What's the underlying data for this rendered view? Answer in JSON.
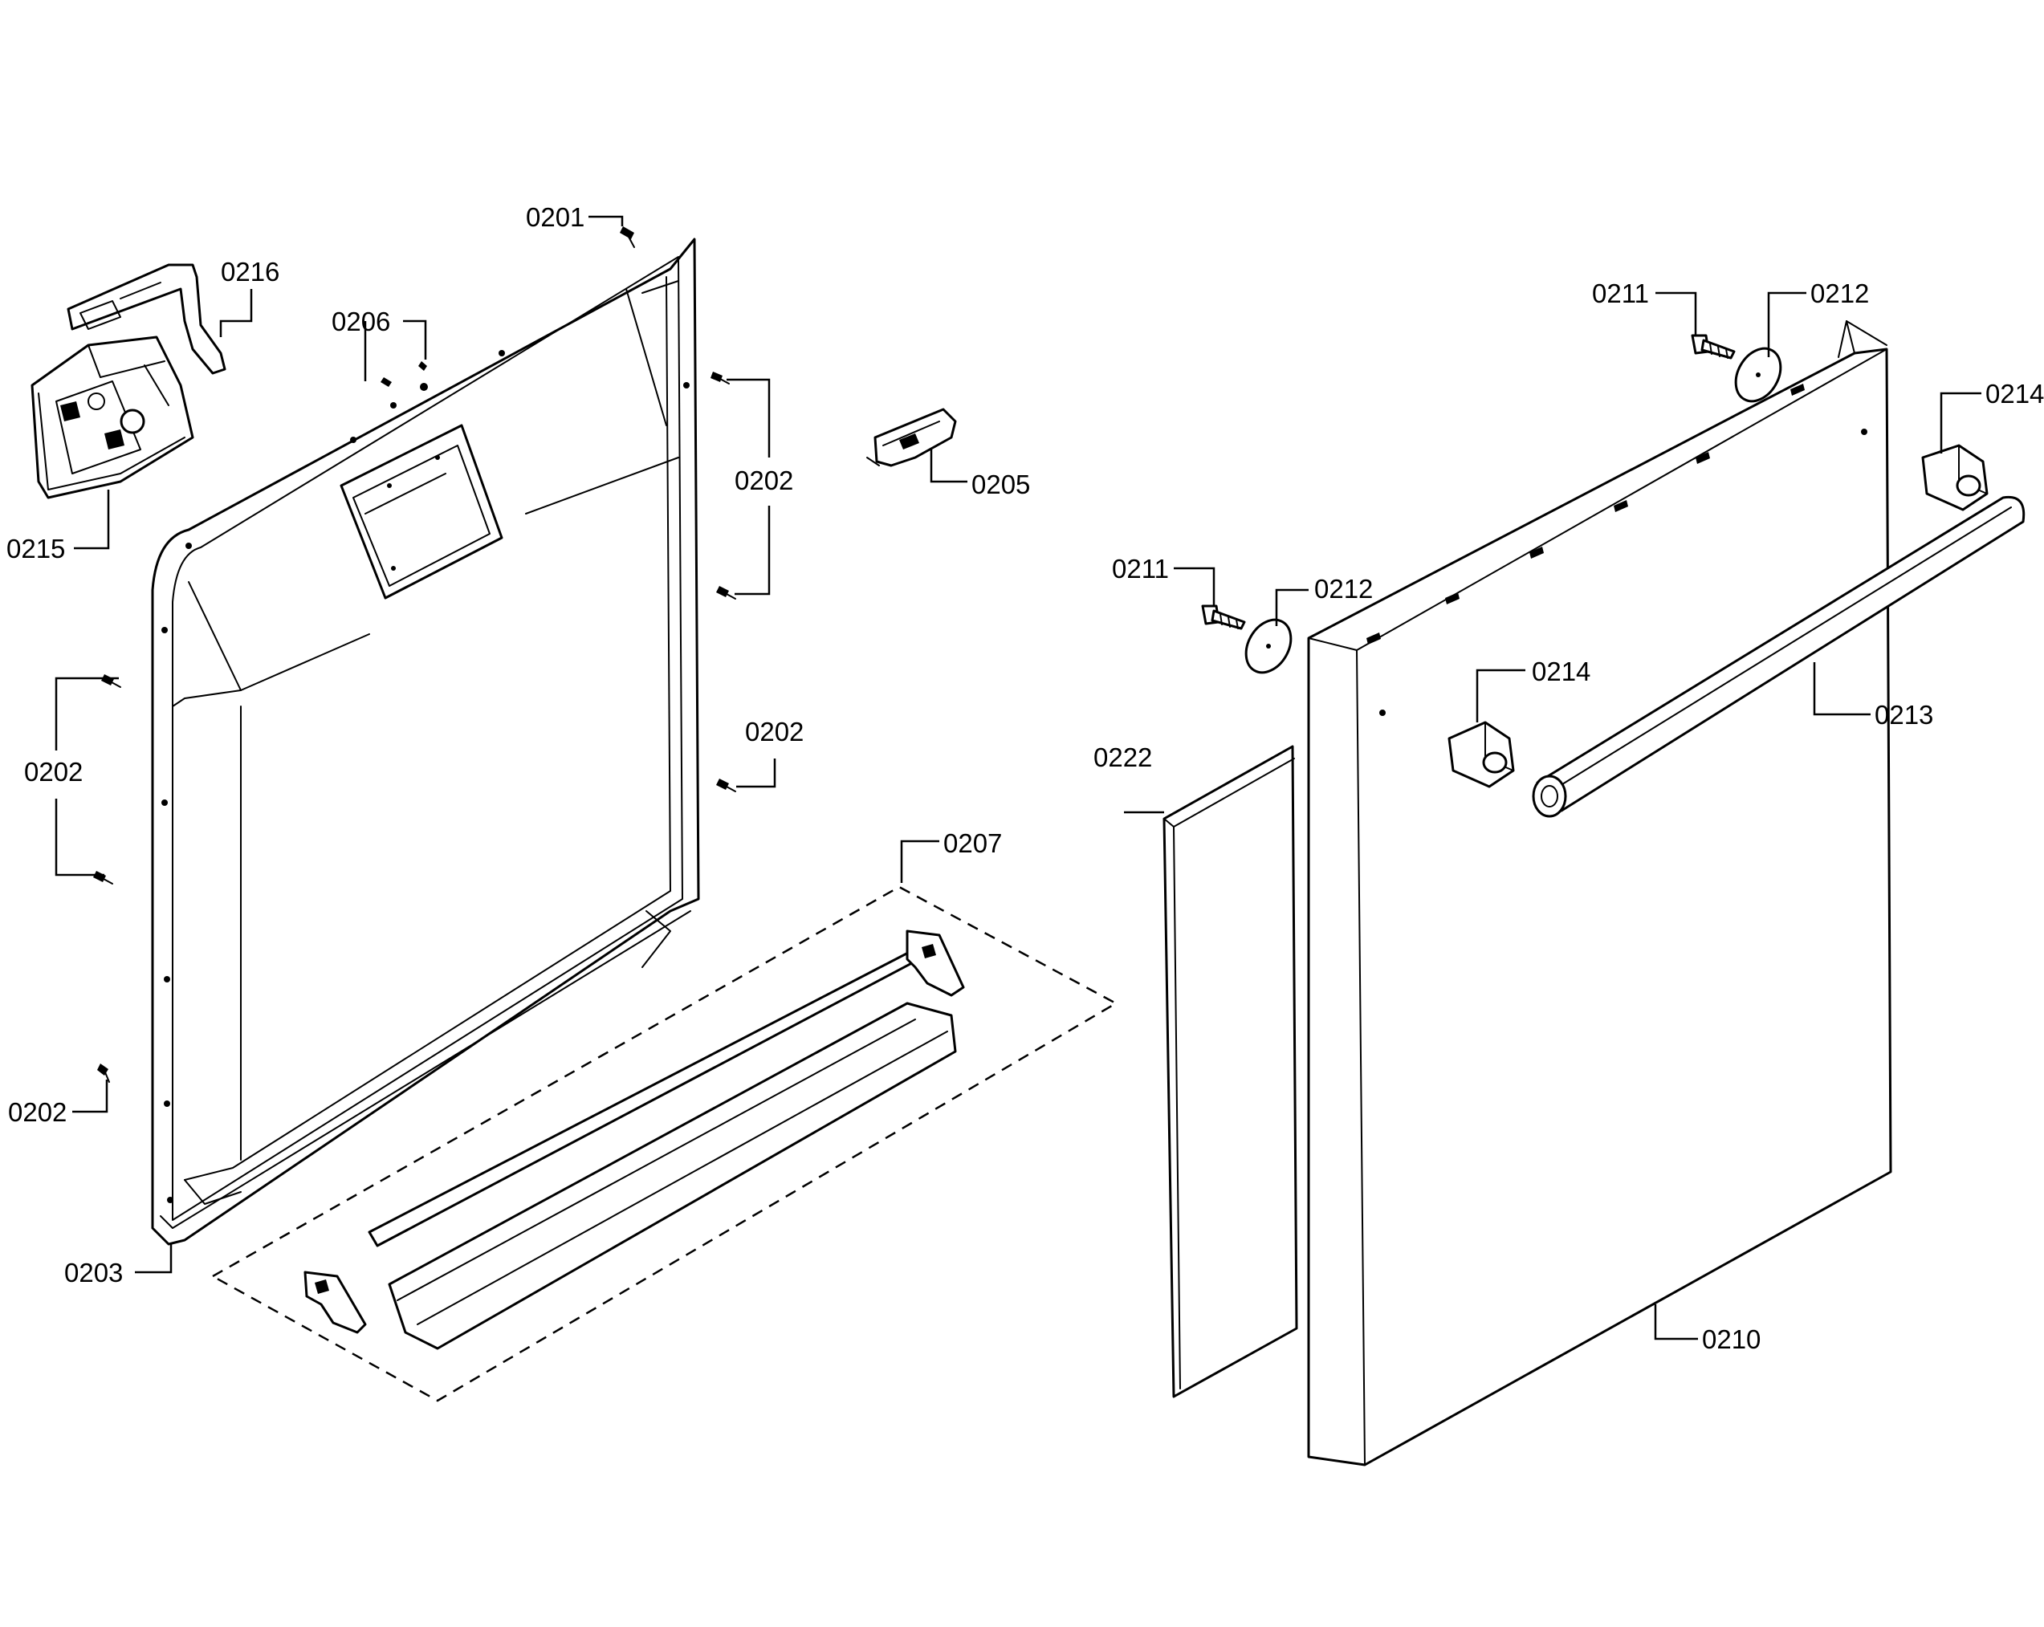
{
  "callouts": {
    "c0201": "0201",
    "c0216": "0216",
    "c0206": "0206",
    "c0215": "0215",
    "c0202_right_top": "0202",
    "c0205": "0205",
    "c0202_left": "0202",
    "c0202_right_mid": "0202",
    "c0207": "0207",
    "c0202_bottom": "0202",
    "c0203": "0203",
    "c0211_top": "0211",
    "c0212_top": "0212",
    "c0214_top": "0214",
    "c0211_mid": "0211",
    "c0212_mid": "0212",
    "c0214_mid": "0214",
    "c0213": "0213",
    "c0222": "0222",
    "c0210": "0210"
  },
  "colors": {
    "line": "#000000",
    "background": "#ffffff"
  }
}
